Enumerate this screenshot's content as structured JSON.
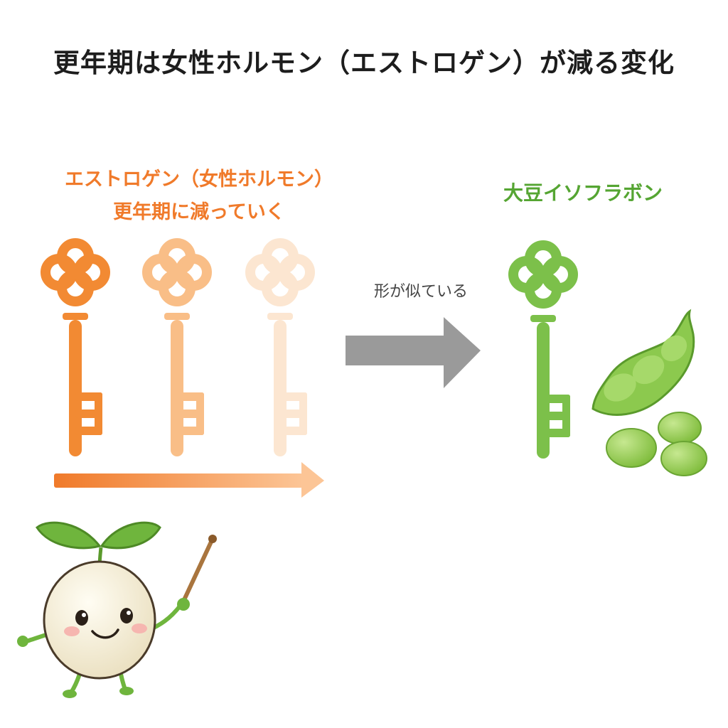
{
  "title": "更年期は女性ホルモン（エストロゲン）が減る変化",
  "estrogen": {
    "line1": "エストロゲン（女性ホルモン）",
    "line2": "更年期に減っていく",
    "key_opacity_levels": [
      1.0,
      0.55,
      0.22
    ]
  },
  "arrow_label": "形が似ている",
  "isoflavone": {
    "label": "大豆イソフラボン"
  },
  "colors": {
    "orange": "#f28a33",
    "green": "#7cc04a",
    "gray_arrow": "#9a9a9a",
    "title": "#1d1d1d"
  },
  "icons": [
    "orange-key-icon",
    "green-key-icon",
    "edamame-pod-icon",
    "soybean-icon",
    "sprout-mascot-icon"
  ]
}
